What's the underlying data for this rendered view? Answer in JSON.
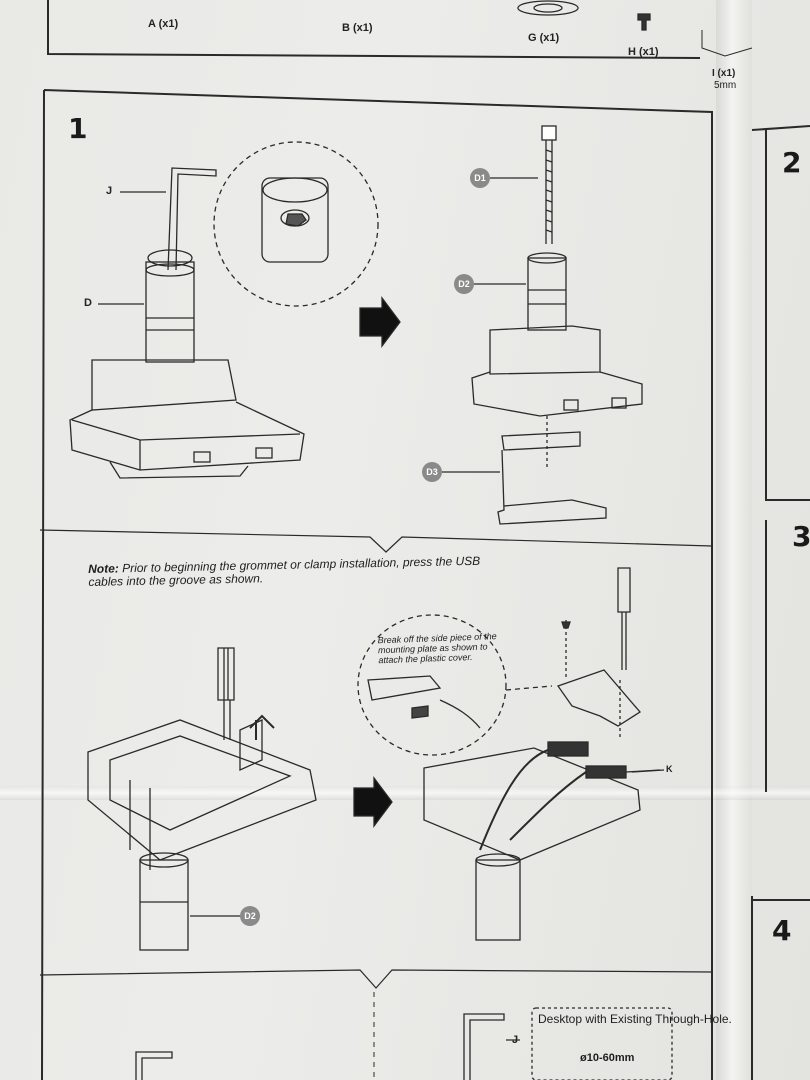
{
  "parts": [
    {
      "label": "A (x1)"
    },
    {
      "label": "B (x1)"
    },
    {
      "label": "G (x1)"
    },
    {
      "label": "H (x1)"
    },
    {
      "label": "I (x1)"
    }
  ],
  "parts_extra": "5mm",
  "steps": [
    "1",
    "2",
    "3",
    "4"
  ],
  "step1": {
    "label_j": "J",
    "label_d": "D",
    "badge_d1": "D1",
    "badge_d2": "D2",
    "badge_d3": "D3"
  },
  "note": {
    "lead": "Note:",
    "text": "Prior to beginning the grommet or clamp installation, press the USB cables into the groove as shown."
  },
  "callout": "Break off the side piece of the mounting plate as shown to attach the plastic cover.",
  "step1b": {
    "badge_d2": "D2",
    "label_k": "K"
  },
  "bottom": {
    "label_j": "J",
    "desktop_text": "Desktop with Existing Through-Hole.",
    "diameter": "ø10-60mm"
  }
}
